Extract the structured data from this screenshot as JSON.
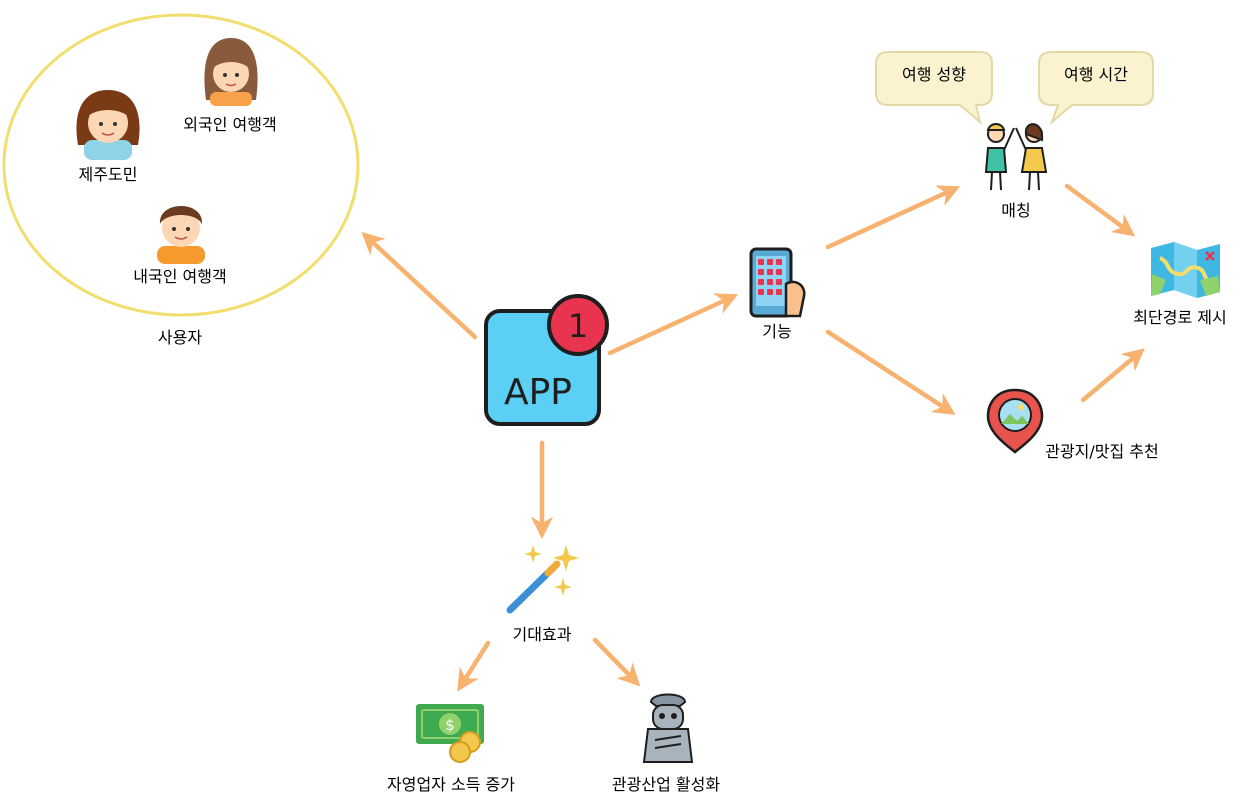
{
  "users": {
    "group_label": "사용자",
    "jeju_resident": "제주도민",
    "foreign_traveler": "외국인 여행객",
    "domestic_traveler": "내국인 여행객"
  },
  "app": {
    "label": "APP",
    "badge_count": "1"
  },
  "features": {
    "label": "기능",
    "matching": "매칭",
    "bubble_left": "여행 성향",
    "bubble_right": "여행 시간",
    "shortest_route": "최단경로 제시",
    "recommendation": "관광지/맛집 추천"
  },
  "effects": {
    "label": "기대효과",
    "income": "자영업자 소득 증가",
    "tourism": "관광산업 활성화"
  },
  "colors": {
    "arrow": "#f7b26f",
    "circle": "#f2de6e",
    "app_bg": "#5ccff5",
    "badge": "#e8344e",
    "bubble": "#fbf3cf"
  }
}
